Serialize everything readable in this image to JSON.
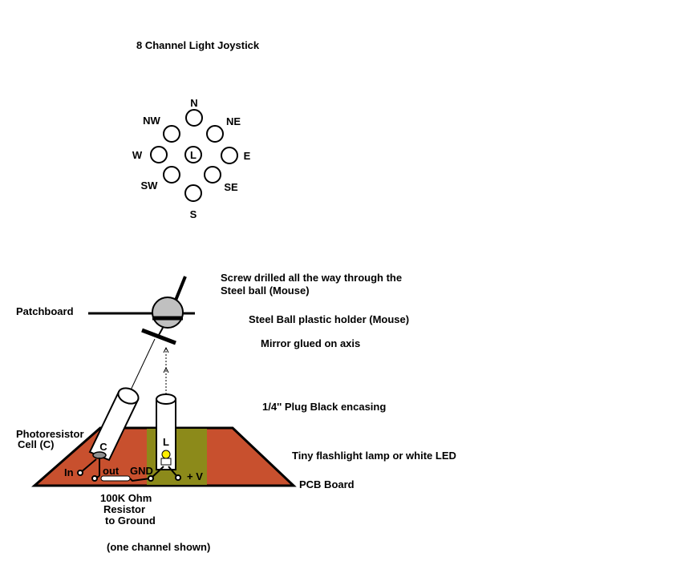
{
  "title": "8 Channel Light Joystick",
  "directions": {
    "n": "N",
    "ne": "NE",
    "e": "E",
    "se": "SE",
    "s": "S",
    "sw": "SW",
    "w": "W",
    "nw": "NW",
    "center": "L"
  },
  "labels": {
    "screw_line1": "Screw drilled all the way  through the",
    "screw_line2": "Steel ball (Mouse)",
    "patchboard": "Patchboard",
    "holder": "Steel Ball plastic holder (Mouse)",
    "mirror": "Mirror  glued on axis",
    "plug": "1/4'' Plug Black encasing",
    "photo_line1": "Photoresistor",
    "photo_line2": "Cell (C)",
    "lamp": "Tiny flashlight lamp or white LED",
    "pcb": "PCB Board",
    "resistor_line1": "100K Ohm",
    "resistor_line2": "Resistor",
    "resistor_line3": "to Ground",
    "note": "(one channel shown)",
    "in": "In",
    "out": "out",
    "gnd": "GND",
    "vplus": "+ V",
    "cell_c": "C",
    "lamp_l": "L"
  },
  "colors": {
    "pcb_red": "#c8502e",
    "pcb_olive": "#8c8a1a",
    "ball": "#c0c0c0",
    "bulb": "#ffee00"
  }
}
